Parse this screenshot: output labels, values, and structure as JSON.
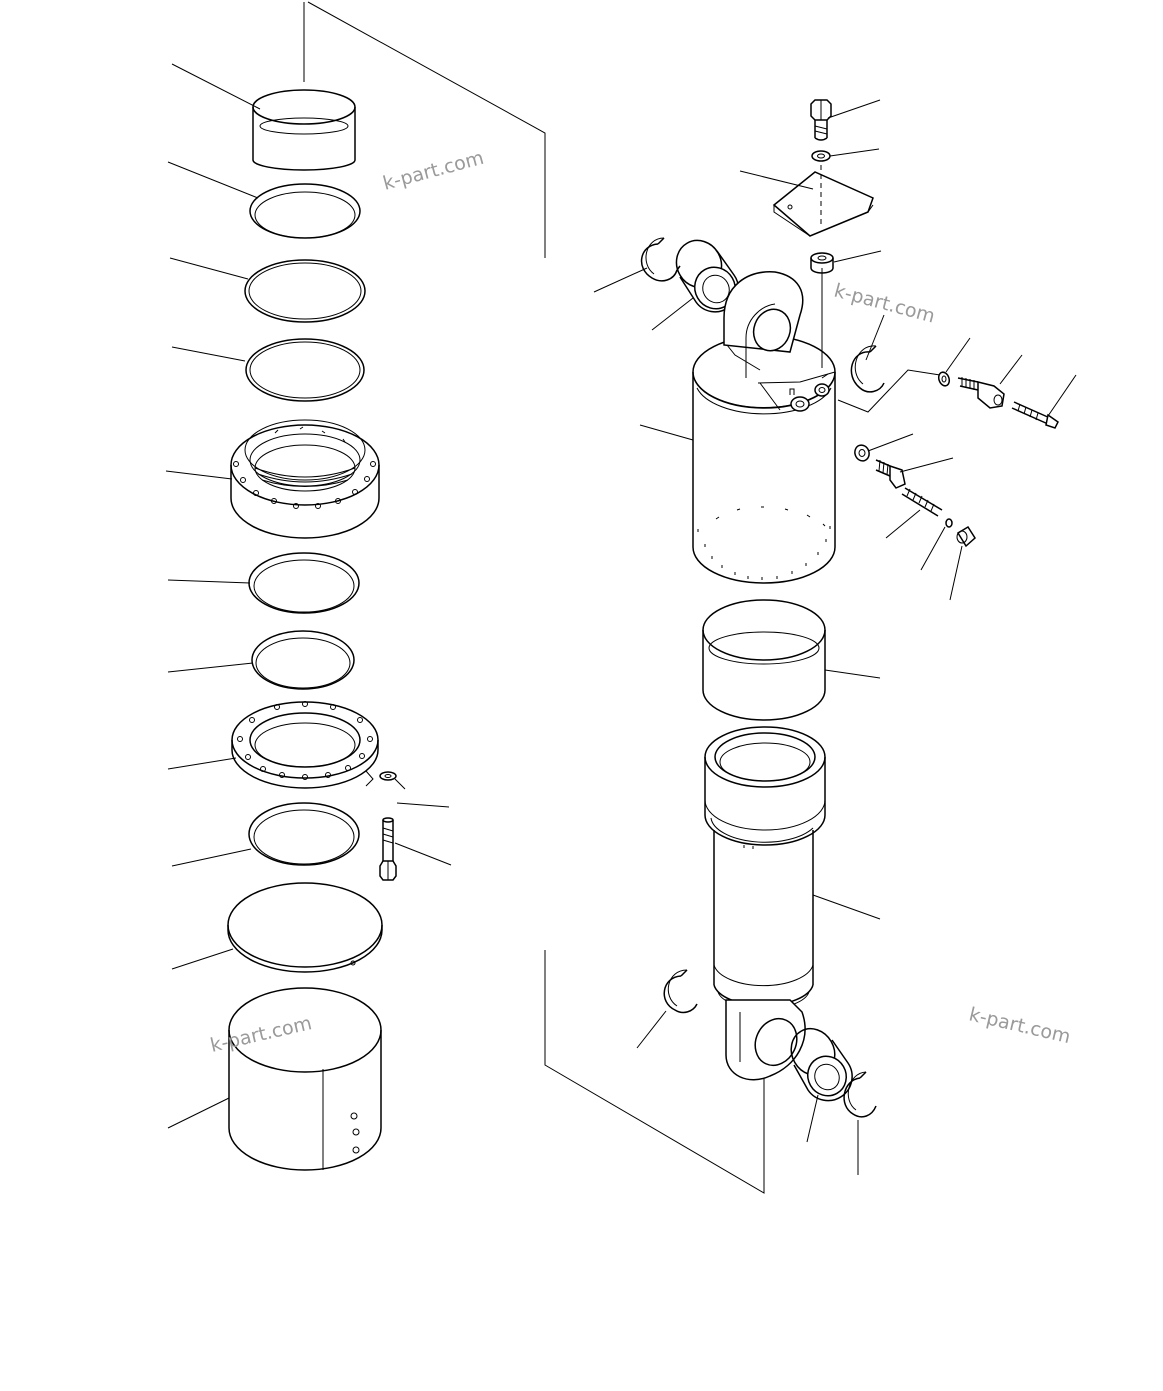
{
  "diagram": {
    "type": "exploded-parts-diagram",
    "watermarks": [
      "k-part.com",
      "k-part.com",
      "k-part.com",
      "k-part.com"
    ],
    "colors": {
      "line": "#000000",
      "background": "#ffffff",
      "watermark": "#9a9a9a"
    }
  }
}
